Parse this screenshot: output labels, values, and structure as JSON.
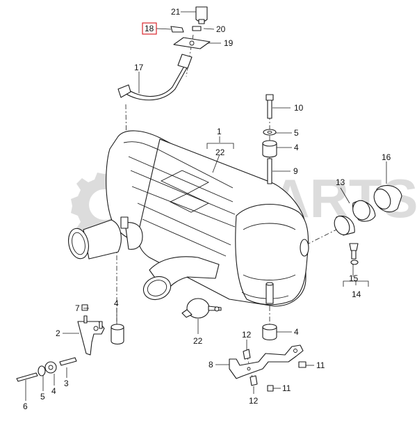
{
  "diagram": {
    "watermark": "EMPARTS",
    "callouts": [
      {
        "id": "c1",
        "text": "1"
      },
      {
        "id": "c22a",
        "text": "22"
      },
      {
        "id": "c2",
        "text": "2"
      },
      {
        "id": "c3",
        "text": "3"
      },
      {
        "id": "c4a",
        "text": "4"
      },
      {
        "id": "c4b",
        "text": "4"
      },
      {
        "id": "c4c",
        "text": "4"
      },
      {
        "id": "c4d",
        "text": "4"
      },
      {
        "id": "c5a",
        "text": "5"
      },
      {
        "id": "c5b",
        "text": "5"
      },
      {
        "id": "c6",
        "text": "6"
      },
      {
        "id": "c7",
        "text": "7"
      },
      {
        "id": "c8",
        "text": "8"
      },
      {
        "id": "c9",
        "text": "9"
      },
      {
        "id": "c10",
        "text": "10"
      },
      {
        "id": "c11a",
        "text": "11"
      },
      {
        "id": "c11b",
        "text": "11"
      },
      {
        "id": "c12a",
        "text": "12"
      },
      {
        "id": "c12b",
        "text": "12"
      },
      {
        "id": "c13",
        "text": "13"
      },
      {
        "id": "c14",
        "text": "14"
      },
      {
        "id": "c15",
        "text": "15"
      },
      {
        "id": "c16",
        "text": "16"
      },
      {
        "id": "c17",
        "text": "17"
      },
      {
        "id": "c18",
        "text": "18"
      },
      {
        "id": "c19",
        "text": "19"
      },
      {
        "id": "c20",
        "text": "20"
      },
      {
        "id": "c21",
        "text": "21"
      },
      {
        "id": "c22b",
        "text": "22"
      }
    ],
    "highlighted_callout": "18",
    "highlight_color": "#d9262c"
  }
}
